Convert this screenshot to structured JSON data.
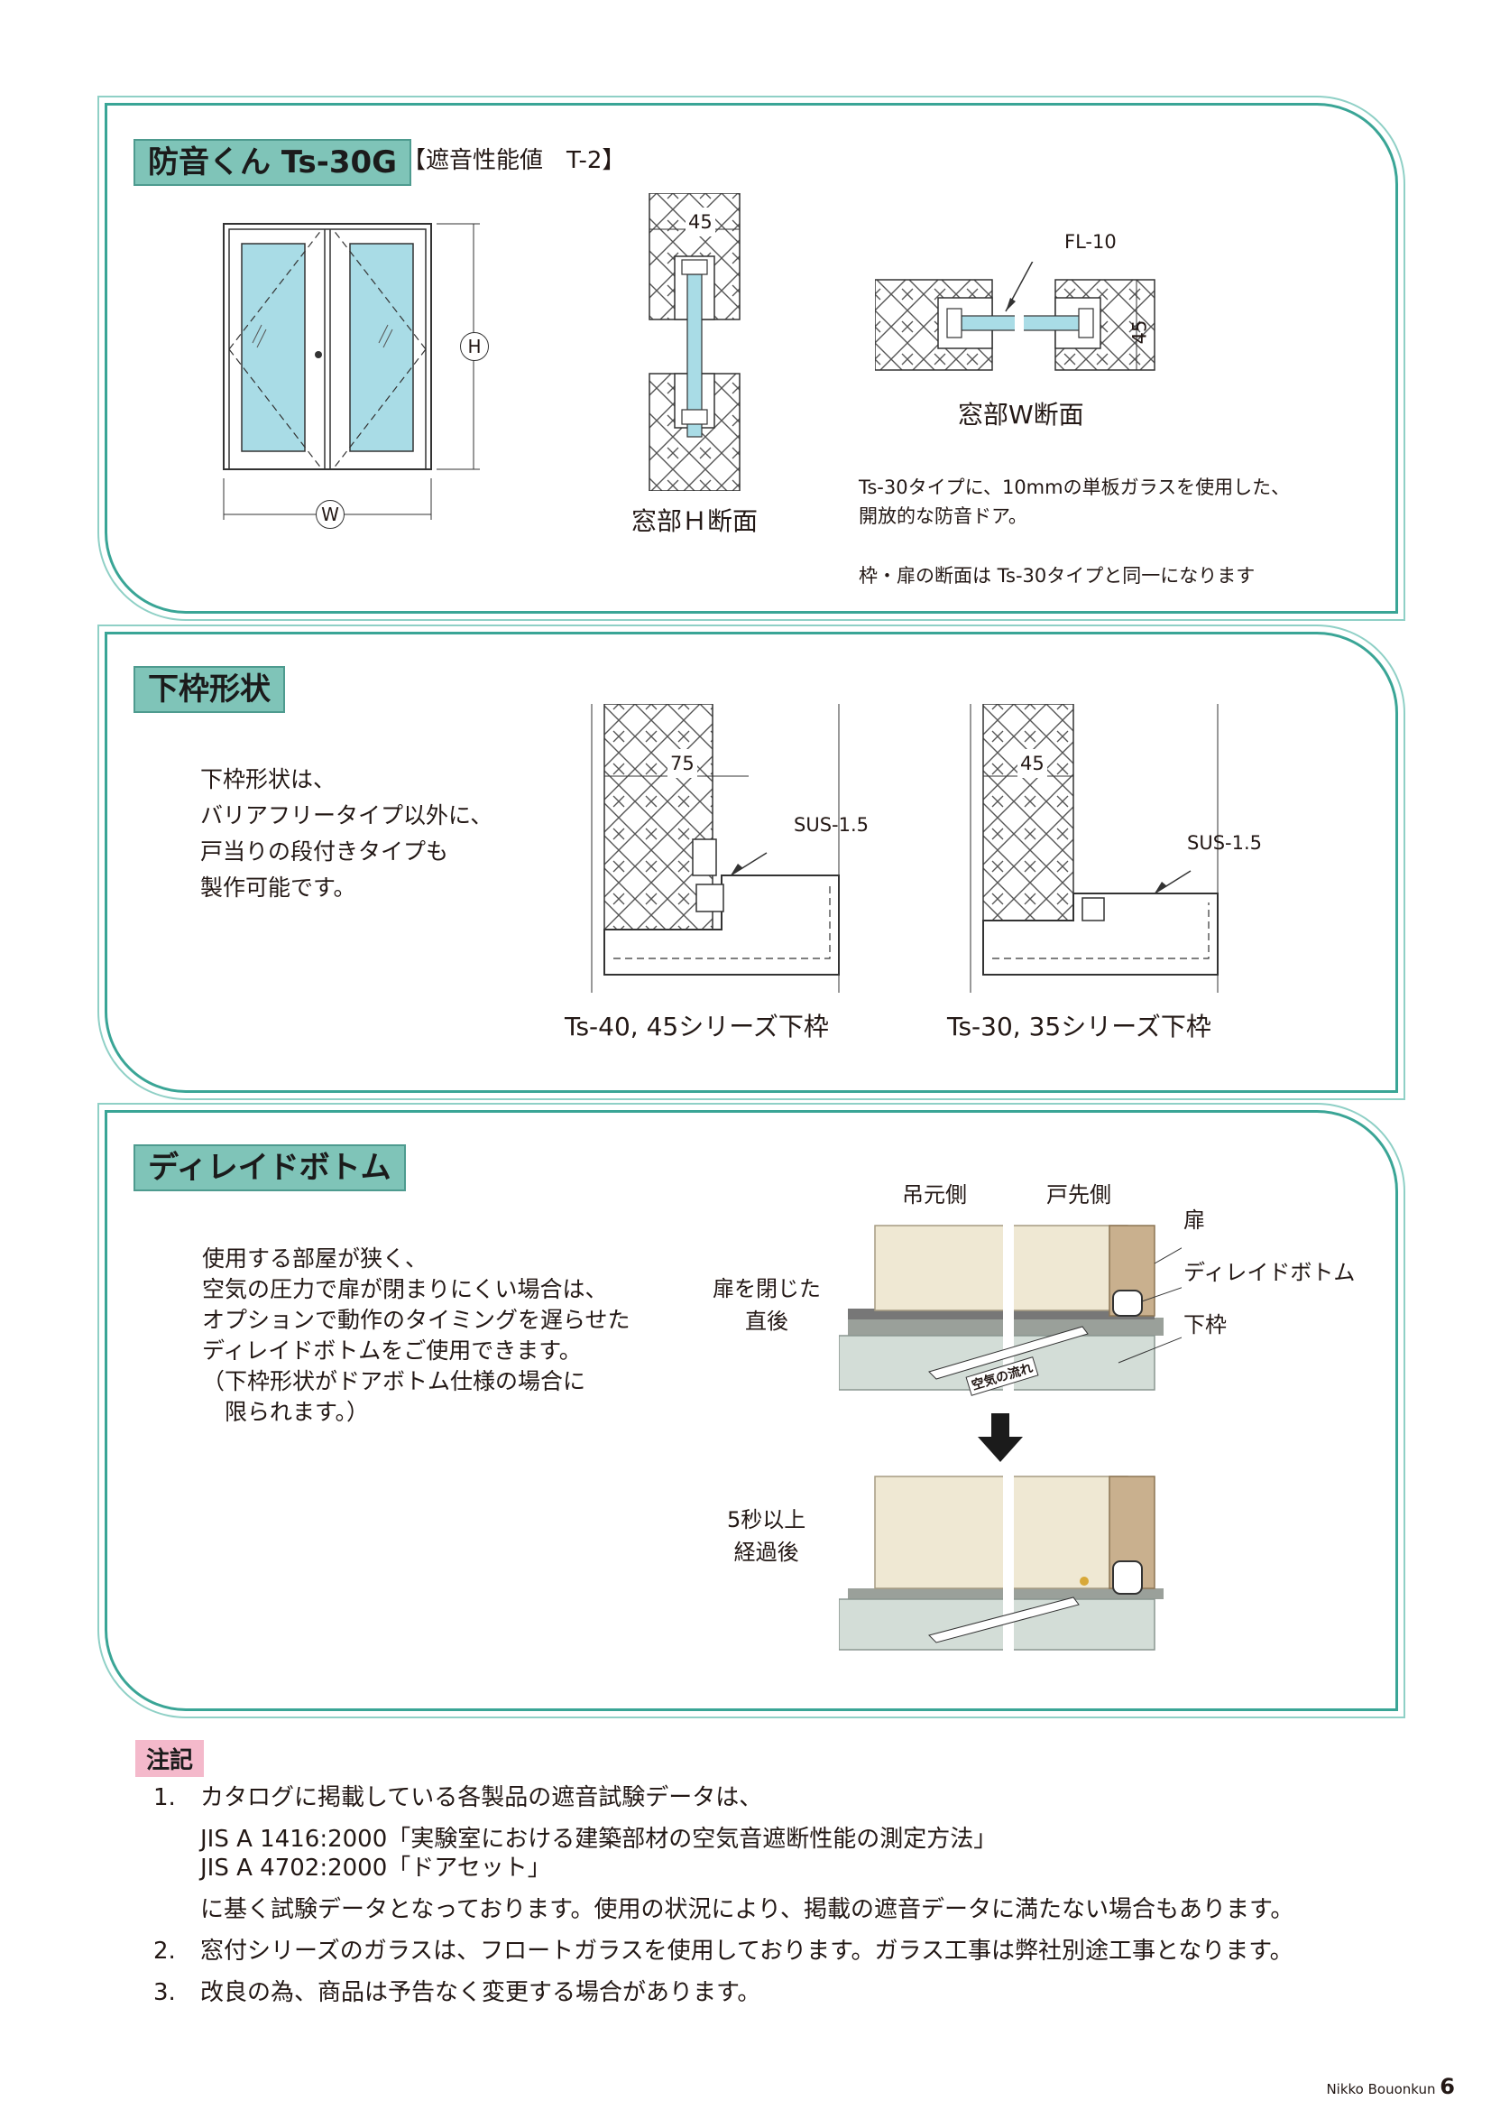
{
  "section1": {
    "title": "防音くん Ts-30G",
    "spec": "【遮音性能値　T-2】",
    "dim_w": "W",
    "dim_h": "H",
    "dim_45": "45",
    "fl10": "FL-10",
    "window_h_caption": "窓部Ｈ断面",
    "window_w_caption": "窓部W断面",
    "desc1": "Ts-30タイプに、10mmの単板ガラスを使用した、\n開放的な防音ドア。",
    "desc2": "枠・扉の断面は Ts-30タイプと同一になります"
  },
  "section2": {
    "title": "下枠形状",
    "body": "下枠形状は、\nバリアフリータイプ以外に、\n戸当りの段付きタイプも\n製作可能です。",
    "dim_75": "75",
    "dim_45": "45",
    "sus_label": "SUS-1.5",
    "caption_left": "Ts-40, 45シリーズ下枠",
    "caption_right": "Ts-30, 35シリーズ下枠"
  },
  "section3": {
    "title": "ディレイドボトム",
    "body": "使用する部屋が狭く、\n空気の圧力で扉が閉まりにくい場合は、\nオプションで動作のタイミングを遅らせた\nディレイドボトムをご使用できます。\n（下枠形状がドアボトム仕様の場合に\n　限られます。）",
    "label_hinge_side": "吊元側",
    "label_door_tip": "戸先側",
    "label_door": "扉",
    "label_delayed_bottom": "ディレイドボトム",
    "label_bottom_frame": "下枠",
    "label_after_close": "扉を閉じた\n直後",
    "label_after_5s": "5秒以上\n経過後",
    "label_air_flow": "空気の流れ"
  },
  "notes": {
    "title": "注記",
    "items": [
      {
        "num": "1.",
        "lines": [
          "カタログに掲載している各製品の遮音試験データは、",
          "JIS A 1416:2000「実験室における建築部材の空気音遮断性能の測定方法」",
          "JIS A 4702:2000「ドアセット」",
          "に基く試験データとなっております。使用の状況により、掲載の遮音データに満たない場合もあります。"
        ]
      },
      {
        "num": "2.",
        "lines": [
          "窓付シリーズのガラスは、フロートガラスを使用しております。ガラス工事は弊社別途工事となります。"
        ]
      },
      {
        "num": "3.",
        "lines": [
          "改良の為、商品は予告なく変更する場合があります。"
        ]
      }
    ]
  },
  "footer": {
    "brand": "Nikko Bouonkun",
    "page": "6"
  }
}
